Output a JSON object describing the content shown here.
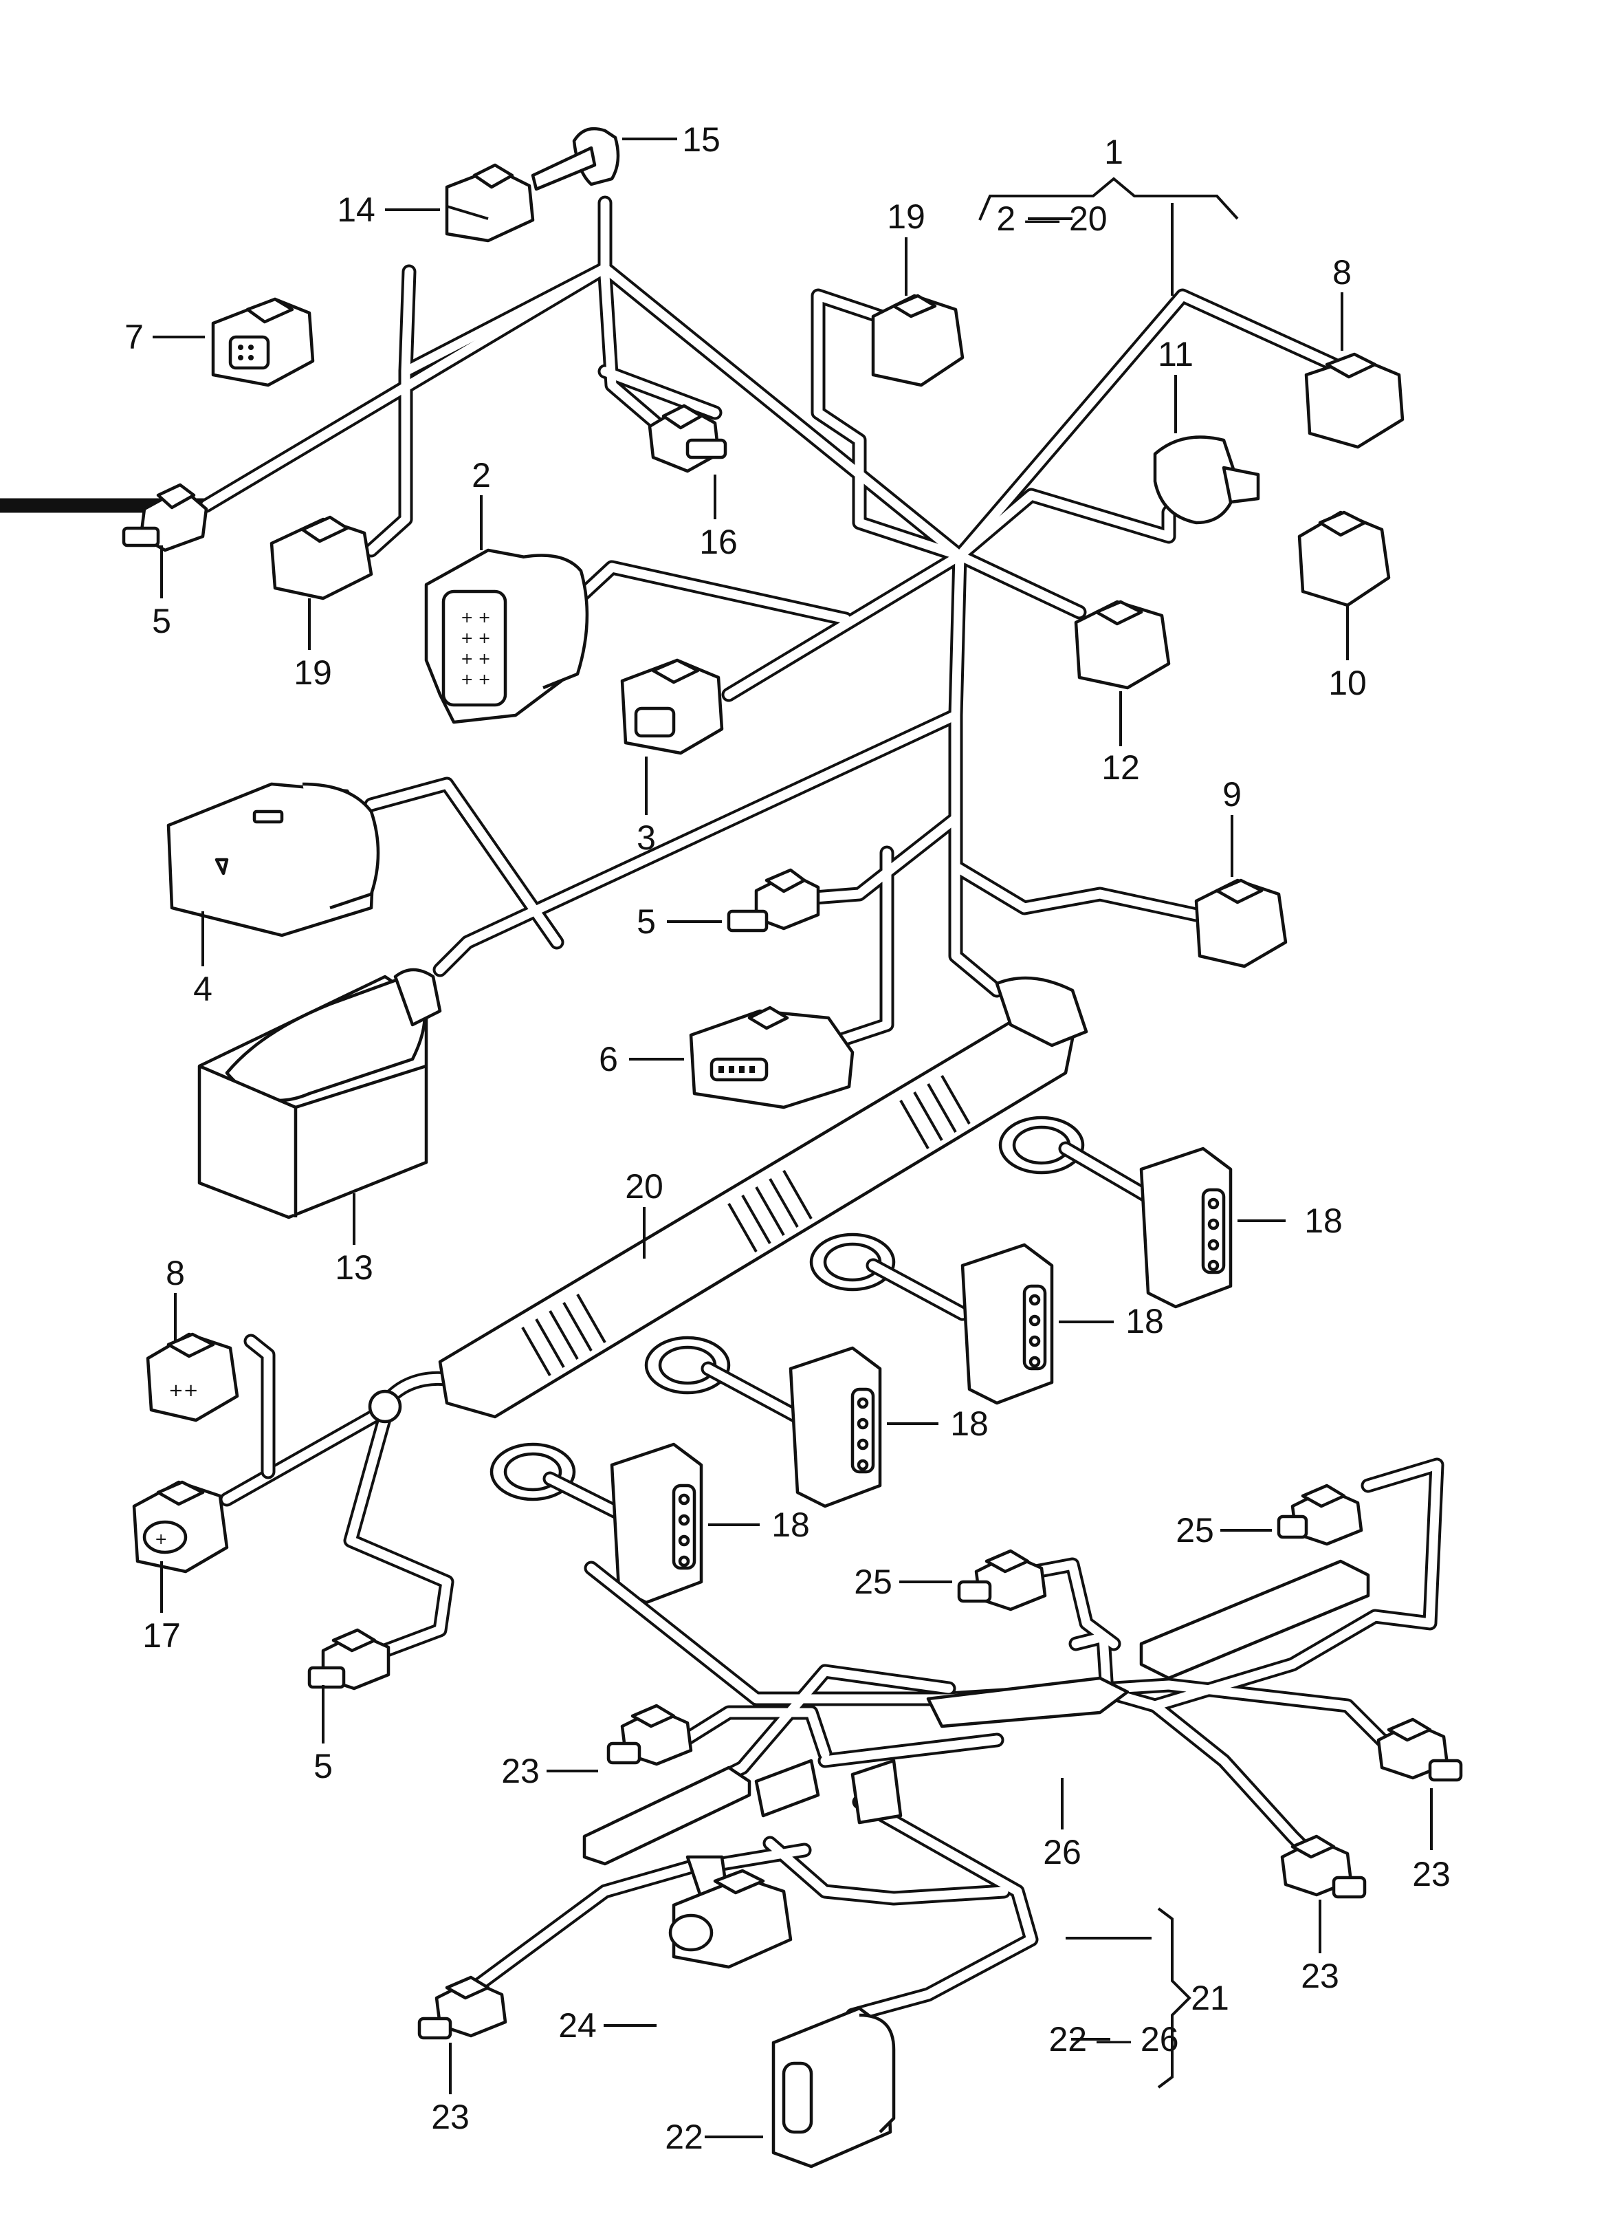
{
  "callouts": [
    {
      "id": "c1",
      "text": "1"
    },
    {
      "id": "c1_range",
      "text": "2 — 20"
    },
    {
      "id": "c2",
      "text": "2"
    },
    {
      "id": "c3",
      "text": "3"
    },
    {
      "id": "c4",
      "text": "4"
    },
    {
      "id": "c5a",
      "text": "5"
    },
    {
      "id": "c5b",
      "text": "5"
    },
    {
      "id": "c5c",
      "text": "5"
    },
    {
      "id": "c6",
      "text": "6"
    },
    {
      "id": "c7",
      "text": "7"
    },
    {
      "id": "c8a",
      "text": "8"
    },
    {
      "id": "c8b",
      "text": "8"
    },
    {
      "id": "c9",
      "text": "9"
    },
    {
      "id": "c10",
      "text": "10"
    },
    {
      "id": "c11",
      "text": "11"
    },
    {
      "id": "c12",
      "text": "12"
    },
    {
      "id": "c13",
      "text": "13"
    },
    {
      "id": "c14",
      "text": "14"
    },
    {
      "id": "c15",
      "text": "15"
    },
    {
      "id": "c16",
      "text": "16"
    },
    {
      "id": "c17",
      "text": "17"
    },
    {
      "id": "c18a",
      "text": "18"
    },
    {
      "id": "c18b",
      "text": "18"
    },
    {
      "id": "c18c",
      "text": "18"
    },
    {
      "id": "c18d",
      "text": "18"
    },
    {
      "id": "c19a",
      "text": "19"
    },
    {
      "id": "c19b",
      "text": "19"
    },
    {
      "id": "c20",
      "text": "20"
    },
    {
      "id": "c21",
      "text": "21"
    },
    {
      "id": "c21_range",
      "text": "22 — 26"
    },
    {
      "id": "c22",
      "text": "22"
    },
    {
      "id": "c23a",
      "text": "23"
    },
    {
      "id": "c23b",
      "text": "23"
    },
    {
      "id": "c23c",
      "text": "23"
    },
    {
      "id": "c23d",
      "text": "23"
    },
    {
      "id": "c24",
      "text": "24"
    },
    {
      "id": "c25a",
      "text": "25"
    },
    {
      "id": "c25b",
      "text": "25"
    },
    {
      "id": "c26",
      "text": "26"
    }
  ]
}
